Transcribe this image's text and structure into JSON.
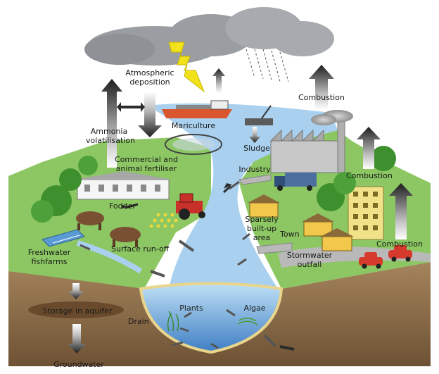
{
  "labels": {
    "atmospheric_deposition": [
      "Atmospheric",
      "deposition"
    ],
    "combustion": "Combustion",
    "ammonia_volatilisation": [
      "Ammonia",
      "volatilisation"
    ],
    "mariculture": "Mariculture",
    "sludge": "Sludge",
    "commercial_fertiliser": [
      "Commercial and",
      "animal fertiliser"
    ],
    "industry": "Industry",
    "fodder": "Fodder",
    "sparsely_builtup": [
      "Sparsely",
      "built-up",
      "area"
    ],
    "town": "Town",
    "freshwater_fishfarms": [
      "Freshwater",
      "fishfarms"
    ],
    "surface_runoff": "Surface run-off",
    "stormwater_outfall": [
      "Stormwater",
      "outfall"
    ],
    "storage_in_aquifer": "Storage in aquifer",
    "plants": "Plants",
    "algae": "Algae",
    "drain": "Drain",
    "groundwater": "Groundwater"
  },
  "colors": {
    "sky": "#ffffff",
    "cloud": "#9a9da2",
    "ground_green": "#8cc763",
    "soil": "#8c6a43",
    "water": "#a9d1ef",
    "deep_water": "#4f8fd0",
    "lightning": "#f2e21b",
    "arrow_dark": "#2b2b2b"
  },
  "icons": [
    "cloud-icon",
    "lightning-icon",
    "rain-icon",
    "ship-icon",
    "factory-icon",
    "truck-icon",
    "tractor-icon",
    "cow-icon",
    "car-icon",
    "house-icon",
    "tree-icon",
    "fish-net-icon"
  ]
}
